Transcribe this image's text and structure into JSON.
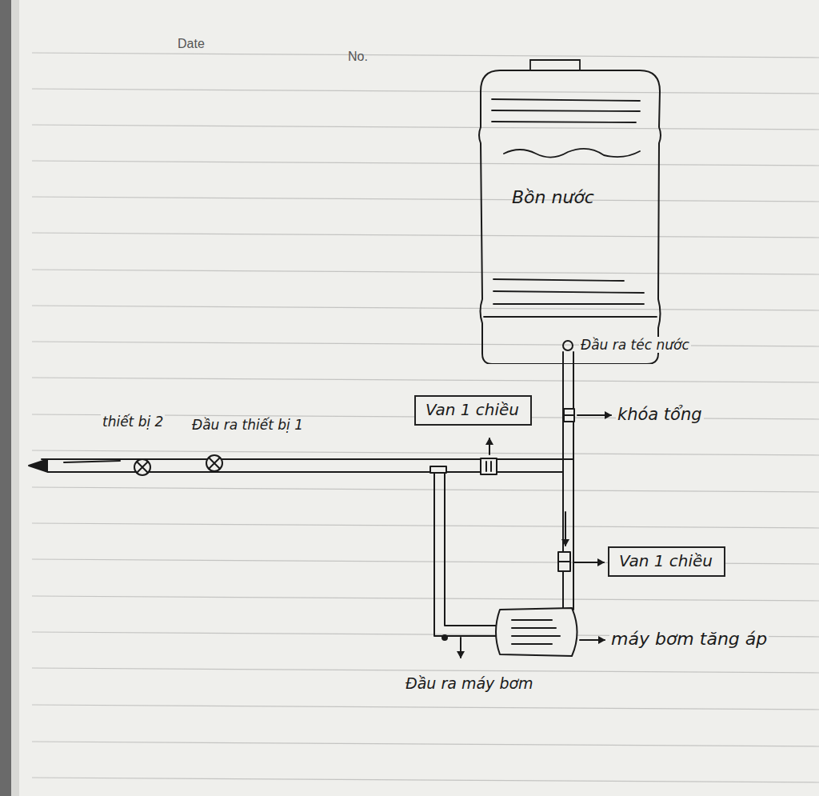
{
  "diagram": {
    "nodes": [
      {
        "text": [
          "Bồn nước"
        ]
      },
      {
        "text": [
          "Van 1 chiều"
        ]
      },
      {
        "text": [
          "Van 1 chiều"
        ]
      }
    ],
    "labels": [
      "Date",
      "No.",
      "Đầu ra téc nước",
      "khóa tổng",
      "thiết bị 2",
      "Đầu ra thiết bị 1",
      "máy bơm tăng áp",
      "Đầu ra máy bơm"
    ]
  }
}
